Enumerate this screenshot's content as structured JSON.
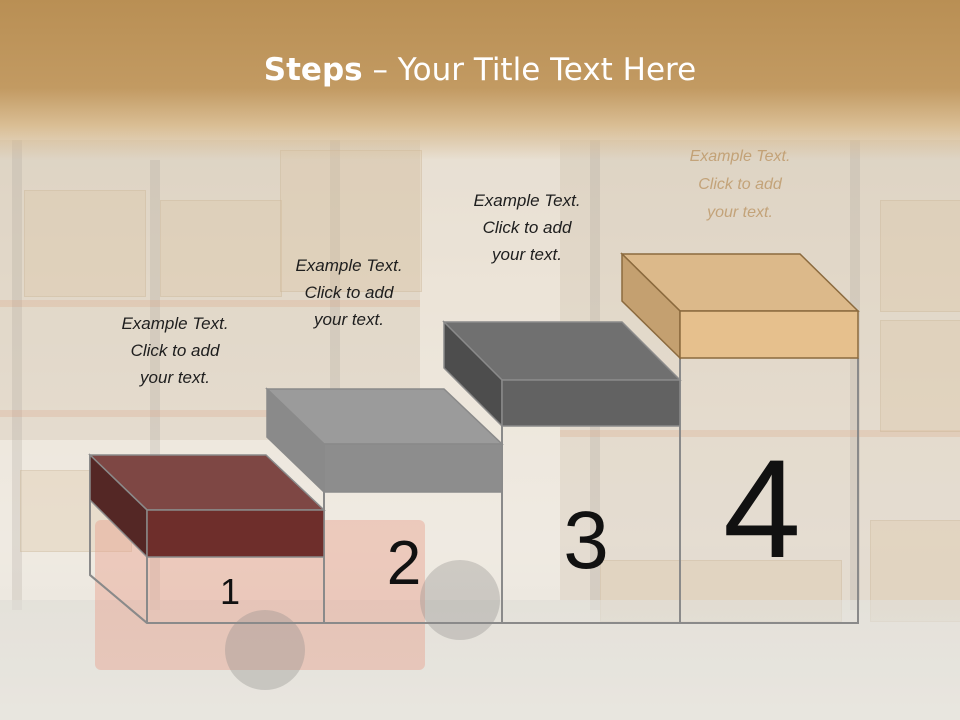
{
  "slide": {
    "title_bold": "Steps",
    "title_rest": " – Your Title Text Here"
  },
  "steps": [
    {
      "number": "1",
      "caption": [
        "Example Text.",
        "Click  to add",
        "your text."
      ],
      "color": "#7b3d3a"
    },
    {
      "number": "2",
      "caption": [
        "Example Text.",
        "Click  to add",
        "your text."
      ],
      "color": "#9a9a9a"
    },
    {
      "number": "3",
      "caption": [
        "Example Text.",
        "Click  to add",
        "your text."
      ],
      "color": "#6f6f6f"
    },
    {
      "number": "4",
      "caption": [
        "Example Text.",
        "Click  to add",
        "your text."
      ],
      "color": "#e6c08d"
    }
  ],
  "colors": {
    "header": "#c29a62",
    "outline": "#888888"
  }
}
